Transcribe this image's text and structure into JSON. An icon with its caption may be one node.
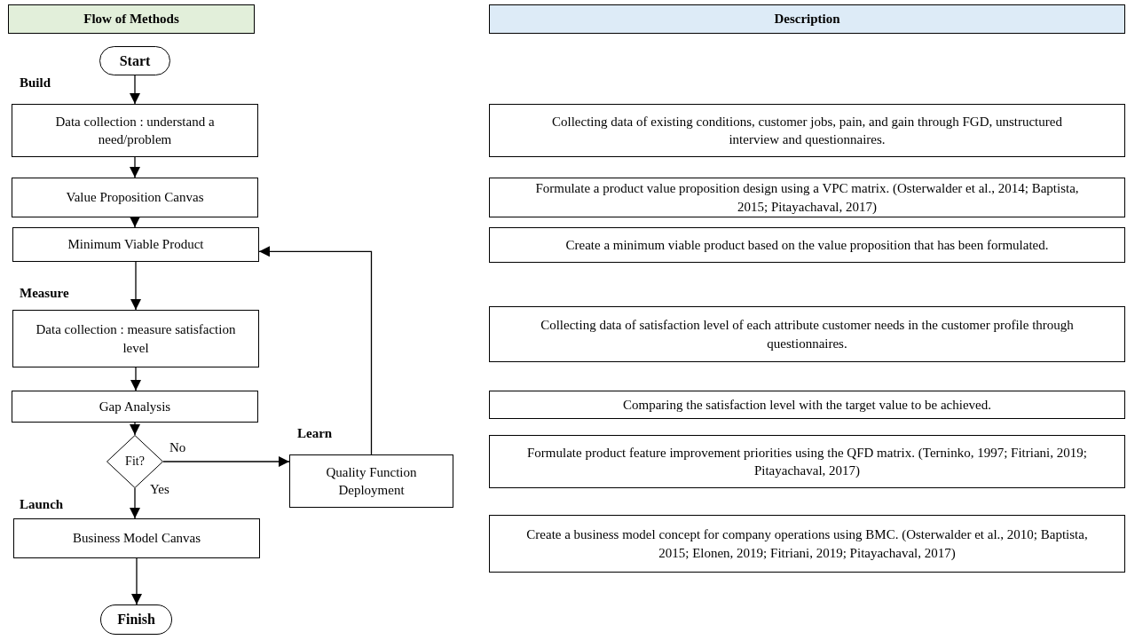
{
  "diagram": {
    "nodes": [
      {
        "text": [
          "Flow of Methods"
        ]
      },
      {
        "text": [
          "Description"
        ]
      },
      {
        "text": [
          "Start"
        ]
      },
      {
        "text": [
          "Data collection : understand a need/problem"
        ]
      },
      {
        "text": [
          "Value Proposition Canvas"
        ]
      },
      {
        "text": [
          "Minimum Viable Product"
        ]
      },
      {
        "text": [
          "Data collection : measure satisfaction level"
        ]
      },
      {
        "text": [
          "Gap Analysis"
        ]
      },
      {
        "text": [
          "Fit?"
        ]
      },
      {
        "text": [
          "Quality Function Deployment"
        ]
      },
      {
        "text": [
          "Business Model Canvas"
        ]
      },
      {
        "text": [
          "Finish"
        ]
      },
      {
        "text": [
          "Collecting data of existing conditions, customer jobs, pain, and gain through FGD, unstructured interview and questionnaires."
        ]
      },
      {
        "text": [
          "Formulate a product value proposition design using a VPC matrix. (Osterwalder et al., 2014; Baptista, 2015; Pitayachaval, 2017)"
        ]
      },
      {
        "text": [
          "Create a minimum viable product based on the value proposition that has been formulated."
        ]
      },
      {
        "text": [
          "Collecting data of satisfaction level of each attribute customer needs in the customer profile through questionnaires."
        ]
      },
      {
        "text": [
          "Comparing the satisfaction level with the target value to be achieved."
        ]
      },
      {
        "text": [
          "Formulate product feature improvement priorities using the QFD matrix. (Terninko, 1997; Fitriani, 2019; Pitayachaval, 2017)"
        ]
      },
      {
        "text": [
          "Create a business model concept for company operations using BMC. (Osterwalder et al., 2010; Baptista, 2015; Elonen, 2019; Fitriani, 2019; Pitayachaval, 2017)"
        ]
      }
    ],
    "edges": [
      {
        "from": 2,
        "to": 3,
        "arrow": "to"
      },
      {
        "from": 3,
        "to": 4,
        "arrow": "to"
      },
      {
        "from": 4,
        "to": 5,
        "arrow": "to"
      },
      {
        "from": 5,
        "to": 6,
        "arrow": "to"
      },
      {
        "from": 6,
        "to": 7,
        "arrow": "to"
      },
      {
        "from": 7,
        "to": 8,
        "arrow": "to"
      },
      {
        "from": 8,
        "to": 9,
        "arrow": "to",
        "label": "No"
      },
      {
        "from": 9,
        "to": 5,
        "arrow": "to"
      },
      {
        "from": 8,
        "to": 10,
        "arrow": "to",
        "label": "Yes"
      },
      {
        "from": 10,
        "to": 11,
        "arrow": "to"
      }
    ],
    "labels": [
      "Build",
      "Measure",
      "Learn",
      "Launch"
    ]
  }
}
